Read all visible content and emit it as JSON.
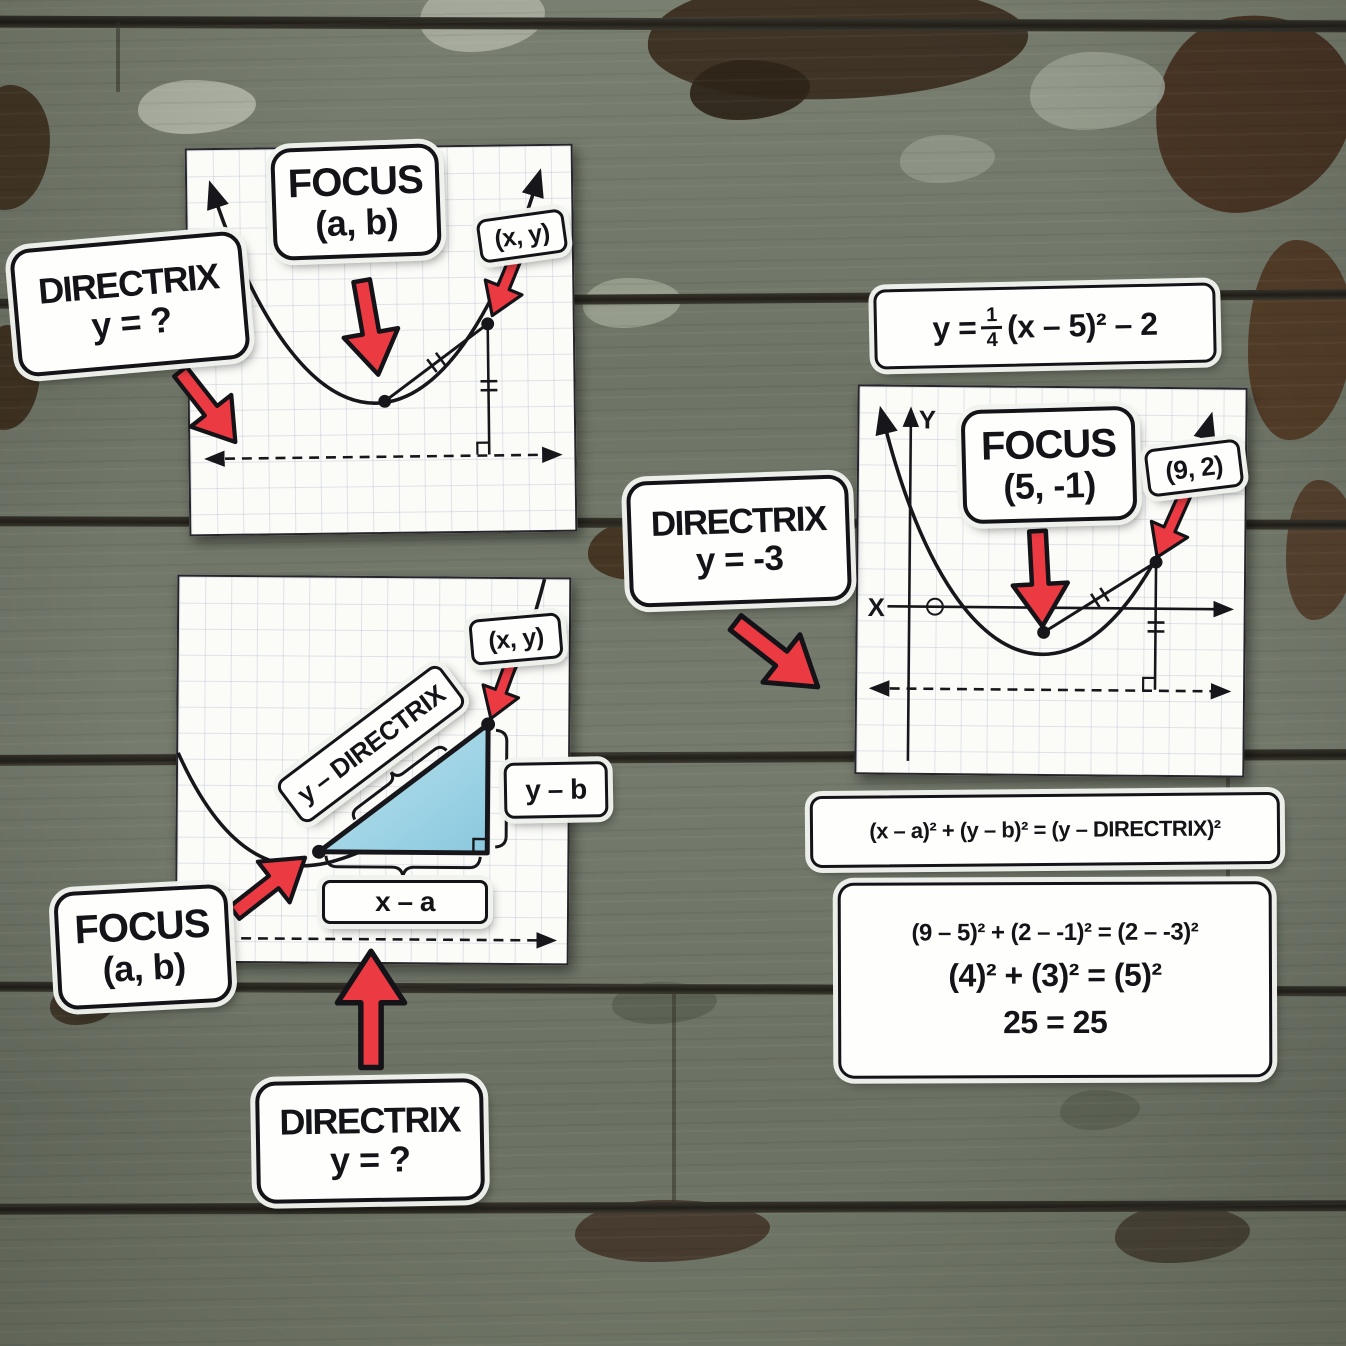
{
  "generic_example": {
    "focus_tag": {
      "title": "FOCUS",
      "value": "(a, b)"
    },
    "point_tag": "(x, y)",
    "directrix_tag": {
      "title": "DIRECTRIX",
      "value": "y = ?"
    }
  },
  "triangle_example": {
    "point_tag": "(x, y)",
    "hypotenuse_tag": "y – DIRECTRIX",
    "vertical_leg_tag": "y – b",
    "horizontal_leg_tag": "x – a",
    "focus_tag": {
      "title": "FOCUS",
      "value": "(a, b)"
    },
    "directrix_tag": {
      "title": "DIRECTRIX",
      "value": "y = ?"
    }
  },
  "vertex_form_equation": {
    "lead": "y =",
    "numerator": "1",
    "denominator": "4",
    "tail": "(x – 5)² – 2"
  },
  "numeric_example": {
    "focus_tag": {
      "title": "FOCUS",
      "value": "(5, -1)"
    },
    "point_tag": "(9, 2)",
    "directrix_tag": {
      "title": "DIRECTRIX",
      "value": "y = -3"
    },
    "x_axis_label": "X",
    "y_axis_label": "Y"
  },
  "distance_formula": "(x – a)² + (y – b)² = (y – DIRECTRIX)²",
  "worked_solution": {
    "line1": "(9 – 5)² + (2 – -1)² = (2 – -3)²",
    "line2": "(4)² + (3)² = (5)²",
    "line3": "25 = 25"
  }
}
